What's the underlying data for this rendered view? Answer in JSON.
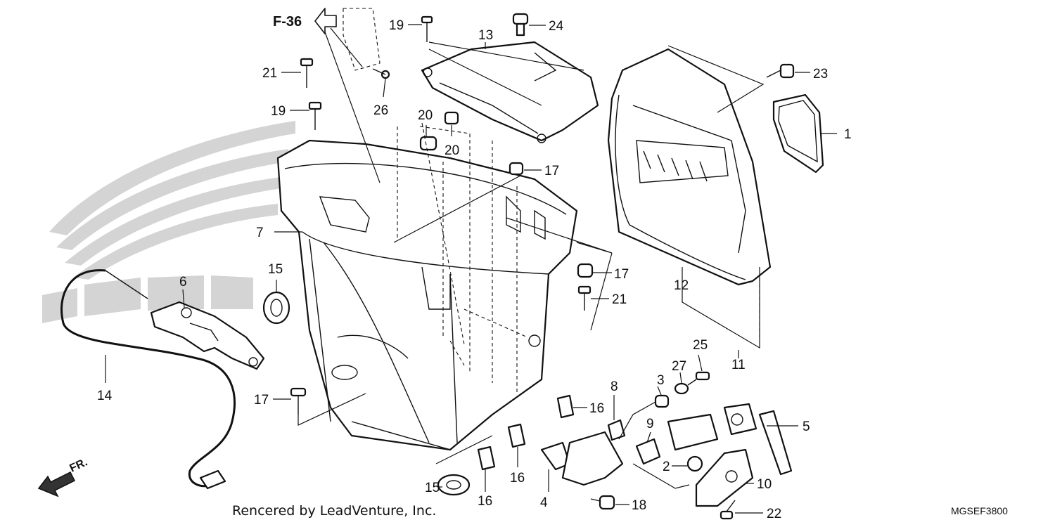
{
  "reference": {
    "label": "F-36"
  },
  "direction": {
    "label": "FR."
  },
  "credit": "Rencered by LeadVenture, Inc.",
  "diagram_code": "MGSEF3800",
  "callouts": [
    {
      "id": "c1",
      "text": "1"
    },
    {
      "id": "c2",
      "text": "2"
    },
    {
      "id": "c3",
      "text": "3"
    },
    {
      "id": "c4",
      "text": "4"
    },
    {
      "id": "c5",
      "text": "5"
    },
    {
      "id": "c6",
      "text": "6"
    },
    {
      "id": "c7",
      "text": "7"
    },
    {
      "id": "c8",
      "text": "8"
    },
    {
      "id": "c9",
      "text": "9"
    },
    {
      "id": "c10",
      "text": "10"
    },
    {
      "id": "c11",
      "text": "11"
    },
    {
      "id": "c12",
      "text": "12"
    },
    {
      "id": "c13",
      "text": "13"
    },
    {
      "id": "c14",
      "text": "14"
    },
    {
      "id": "c15a",
      "text": "15"
    },
    {
      "id": "c15b",
      "text": "15"
    },
    {
      "id": "c16a",
      "text": "16"
    },
    {
      "id": "c16b",
      "text": "16"
    },
    {
      "id": "c16c",
      "text": "16"
    },
    {
      "id": "c17a",
      "text": "17"
    },
    {
      "id": "c17b",
      "text": "17"
    },
    {
      "id": "c17c",
      "text": "17"
    },
    {
      "id": "c18",
      "text": "18"
    },
    {
      "id": "c19a",
      "text": "19"
    },
    {
      "id": "c19b",
      "text": "19"
    },
    {
      "id": "c20a",
      "text": "20"
    },
    {
      "id": "c20b",
      "text": "20"
    },
    {
      "id": "c21a",
      "text": "21"
    },
    {
      "id": "c21b",
      "text": "21"
    },
    {
      "id": "c22",
      "text": "22"
    },
    {
      "id": "c23",
      "text": "23"
    },
    {
      "id": "c24",
      "text": "24"
    },
    {
      "id": "c25",
      "text": "25"
    },
    {
      "id": "c26",
      "text": "26"
    },
    {
      "id": "c27",
      "text": "27"
    }
  ]
}
